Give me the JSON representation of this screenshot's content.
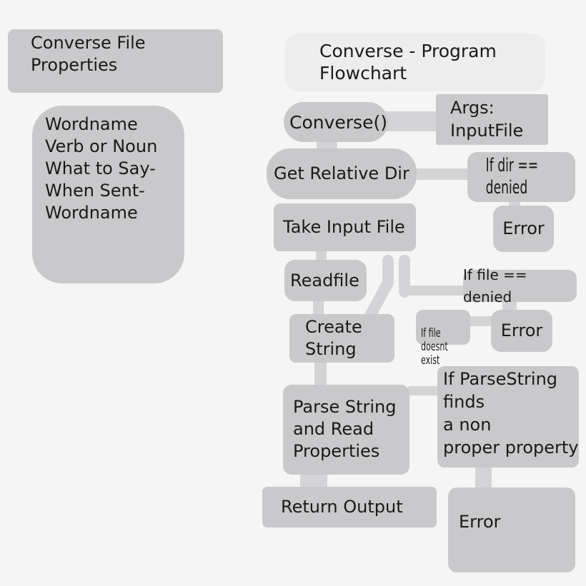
{
  "colors": {
    "background": "#f5f5f6",
    "box": "#c9c9cb",
    "connector": "#d4d4d6",
    "title_box": "#ededee",
    "text": "#1a1a1a"
  },
  "sidebar": {
    "properties_label": "Converse File\nProperties",
    "wordname_label": "Wordname\nVerb or Noun\nWhat to Say-\nWhen Sent-\nWordname"
  },
  "flowchart": {
    "title": "Converse - Program\nFlowchart",
    "nodes": {
      "converse": "Converse()",
      "args": "Args:\nInputFile",
      "get_relative_dir": "Get Relative Dir",
      "if_dir_denied": "If dir == denied",
      "error_dir": "Error",
      "take_input_file": "Take Input File",
      "readfile": "Readfile",
      "if_file_denied": "If file == denied",
      "if_file_doesnt_exist": "If file\ndoesnt exist",
      "error_file": "Error",
      "create_string": "Create\nString",
      "parse_string": "Parse String\nand Read\nProperties",
      "if_parsestring": "If ParseString\nfinds\na non\nproper property",
      "return_output": "Return Output",
      "error_parse": "Error"
    }
  }
}
